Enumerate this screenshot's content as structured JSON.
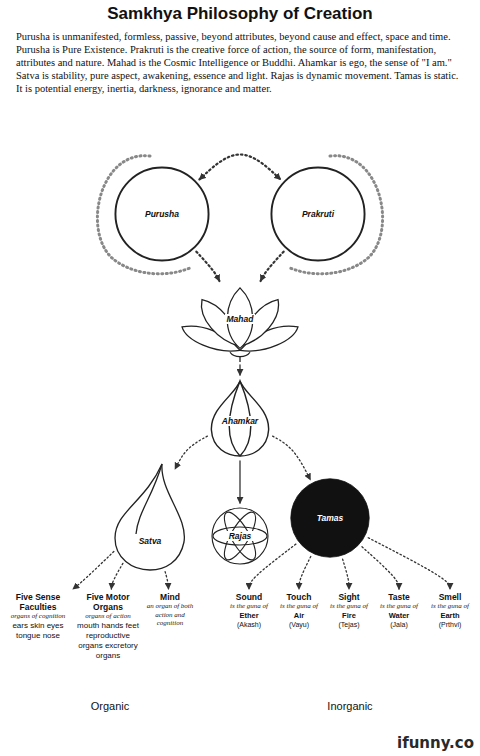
{
  "diagram": {
    "title": "Samkhya Philosophy of Creation",
    "nodes": [
      {
        "text": [
          "Purusha"
        ]
      },
      {
        "text": [
          "Prakruti"
        ]
      },
      {
        "text": [
          "Mahad"
        ]
      },
      {
        "text": [
          "Ahamkar"
        ]
      },
      {
        "text": [
          "Satva"
        ]
      },
      {
        "text": [
          "Rajas"
        ]
      },
      {
        "text": [
          "Tamas"
        ]
      },
      {
        "text": [
          "Five Sense Faculties",
          "organs of cognition",
          "ears skin eyes tongue nose"
        ]
      },
      {
        "text": [
          "Five Motor Organs",
          "organs of action",
          "mouth hands feet reproductive organs excretory organs"
        ]
      },
      {
        "text": [
          "Mind",
          "an organ of both action and cognition"
        ]
      },
      {
        "text": [
          "Sound",
          "is the guna of",
          "Ether",
          "(Akash)"
        ]
      },
      {
        "text": [
          "Touch",
          "is the guna of",
          "Air",
          "(Vayu)"
        ]
      },
      {
        "text": [
          "Sight",
          "is the guna of",
          "Fire",
          "(Tejas)"
        ]
      },
      {
        "text": [
          "Taste",
          "is the guna of",
          "Water",
          "(Jala)"
        ]
      },
      {
        "text": [
          "Smell",
          "is the guna of",
          "Earth",
          "(Prthvi)"
        ]
      }
    ],
    "edges": [
      {
        "from": 0,
        "to": 2,
        "arrow": "to"
      },
      {
        "from": 1,
        "to": 2,
        "arrow": "to"
      },
      {
        "from": 0,
        "to": 1,
        "arrow": "both"
      },
      {
        "from": 2,
        "to": 3,
        "arrow": "to"
      },
      {
        "from": 3,
        "to": 4,
        "arrow": "to"
      },
      {
        "from": 3,
        "to": 5,
        "arrow": "to"
      },
      {
        "from": 3,
        "to": 6,
        "arrow": "to"
      },
      {
        "from": 4,
        "to": 7,
        "arrow": "to"
      },
      {
        "from": 4,
        "to": 8,
        "arrow": "to"
      },
      {
        "from": 4,
        "to": 9,
        "arrow": "to"
      },
      {
        "from": 6,
        "to": 10,
        "arrow": "to"
      },
      {
        "from": 6,
        "to": 11,
        "arrow": "to"
      },
      {
        "from": 6,
        "to": 12,
        "arrow": "to"
      },
      {
        "from": 6,
        "to": 13,
        "arrow": "to"
      },
      {
        "from": 6,
        "to": 14,
        "arrow": "to"
      }
    ],
    "labels": [
      "Purusha is unmanifested, formless, passive, beyond attributes, beyond cause and effect, space and time. Purusha is Pure Existence. Prakruti is the creative force of action, the source of form, manifestation, attributes and nature. Mahad is the Cosmic Intelligence or Buddhi. Ahamkar is ego, the sense of \"I am.\" Satva is stability, pure aspect, awakening, essence and light. Rajas is dynamic movement. Tamas is static. It is potential energy, inertia, darkness, ignorance and matter.",
      "Organic",
      "Inorganic",
      "ifunny.co"
    ]
  }
}
